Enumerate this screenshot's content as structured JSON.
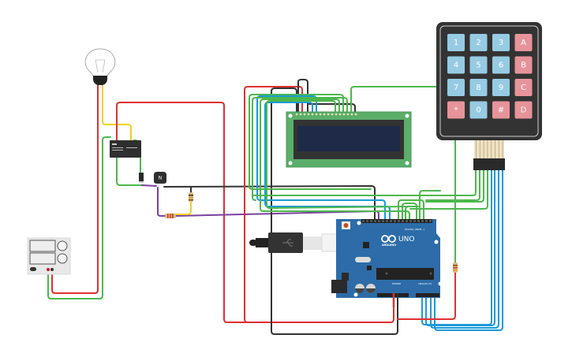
{
  "colors": {
    "wire_red": "#e03030",
    "wire_green": "#4cb84c",
    "wire_blue": "#1a9bd7",
    "wire_black": "#333333",
    "wire_yellow": "#f2d21e",
    "wire_purple": "#7b3fa0",
    "arduino_blue": "#2d6ca8",
    "lcd_green": "#5aae6a",
    "lcd_screen": "#1e2a48",
    "keypad_body": "#333333",
    "key_blue": "#96cbe3",
    "key_red": "#e7939a"
  },
  "keypad": {
    "rows": [
      [
        {
          "label": "1",
          "type": "num"
        },
        {
          "label": "2",
          "type": "num"
        },
        {
          "label": "3",
          "type": "num"
        },
        {
          "label": "A",
          "type": "letter"
        }
      ],
      [
        {
          "label": "4",
          "type": "num"
        },
        {
          "label": "5",
          "type": "num"
        },
        {
          "label": "6",
          "type": "num"
        },
        {
          "label": "B",
          "type": "letter"
        }
      ],
      [
        {
          "label": "7",
          "type": "num"
        },
        {
          "label": "8",
          "type": "num"
        },
        {
          "label": "9",
          "type": "num"
        },
        {
          "label": "C",
          "type": "letter"
        }
      ],
      [
        {
          "label": "*",
          "type": "letter"
        },
        {
          "label": "0",
          "type": "num"
        },
        {
          "label": "#",
          "type": "letter"
        },
        {
          "label": "D",
          "type": "letter"
        }
      ]
    ]
  },
  "arduino": {
    "model_label": "UNO",
    "brand_label": "ARDUINO",
    "digital_label": "DIGITAL (PWM~)",
    "power_label": "POWER",
    "analog_label": "ANALOG IN"
  },
  "transistor": {
    "label": "N"
  },
  "components": {
    "lamp": "light-bulb",
    "relay": "relay",
    "diode": "diode",
    "transistor": "npn-transistor",
    "lcd": "lcd-16x2",
    "keypad": "keypad-4x4",
    "power_supply": "dc-power-supply",
    "usb": "usb-cable",
    "microcontroller": "arduino-uno"
  }
}
